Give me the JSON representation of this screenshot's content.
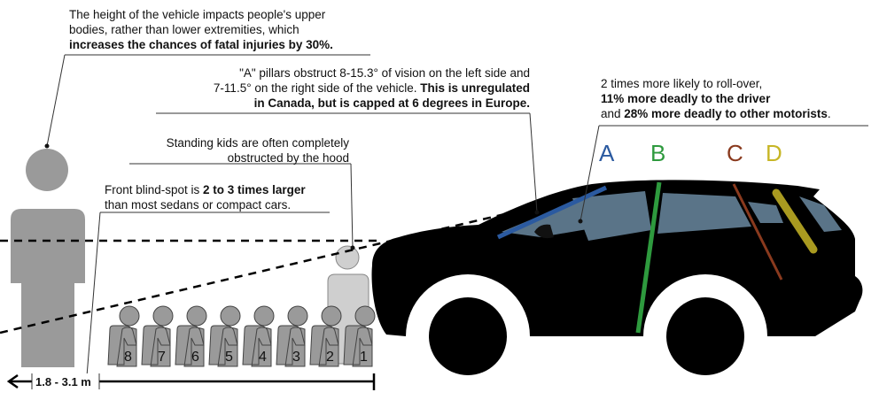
{
  "notes": {
    "height": {
      "line1": "The height of the vehicle impacts people's upper",
      "line2": "bodies, rather than lower extremities, which",
      "line3": "increases the chances of fatal injuries by 30%."
    },
    "pillars": {
      "line1": "\"A\" pillars obstruct 8-15.3° of vision on the left side and",
      "line2_plain": "7-11.5° on the right side of the vehicle. ",
      "line2_bold": "This is unregulated",
      "line3": "in Canada, but is capped at 6 degrees in Europe."
    },
    "rollover": {
      "line1": "2 times more likely to roll-over,",
      "line2": "11% more deadly to the driver",
      "line3_plain": "and ",
      "line3_bold": "28% more deadly to other motorists",
      "line3_end": "."
    },
    "kids": {
      "line1": "Standing kids are often completely",
      "line2": "obstructed by the hood"
    },
    "blindspot": {
      "line1_plain": "Front blind-spot is ",
      "line1_bold": "2 to 3 times larger",
      "line2": "than most sedans or compact cars."
    }
  },
  "pillars": [
    {
      "letter": "A",
      "color": "#2b5aa0"
    },
    {
      "letter": "B",
      "color": "#2e9a3e"
    },
    {
      "letter": "C",
      "color": "#8a3a1e"
    },
    {
      "letter": "D",
      "color": "#c7b626"
    }
  ],
  "kids": [
    "8",
    "7",
    "6",
    "5",
    "4",
    "3",
    "2",
    "1"
  ],
  "distance": {
    "label": "1.8 - 3.1 m"
  },
  "colors": {
    "person": "#9a9a9a",
    "kid_standing": "#cfcfcf",
    "car": "#000000",
    "glass": "#5a7488"
  }
}
